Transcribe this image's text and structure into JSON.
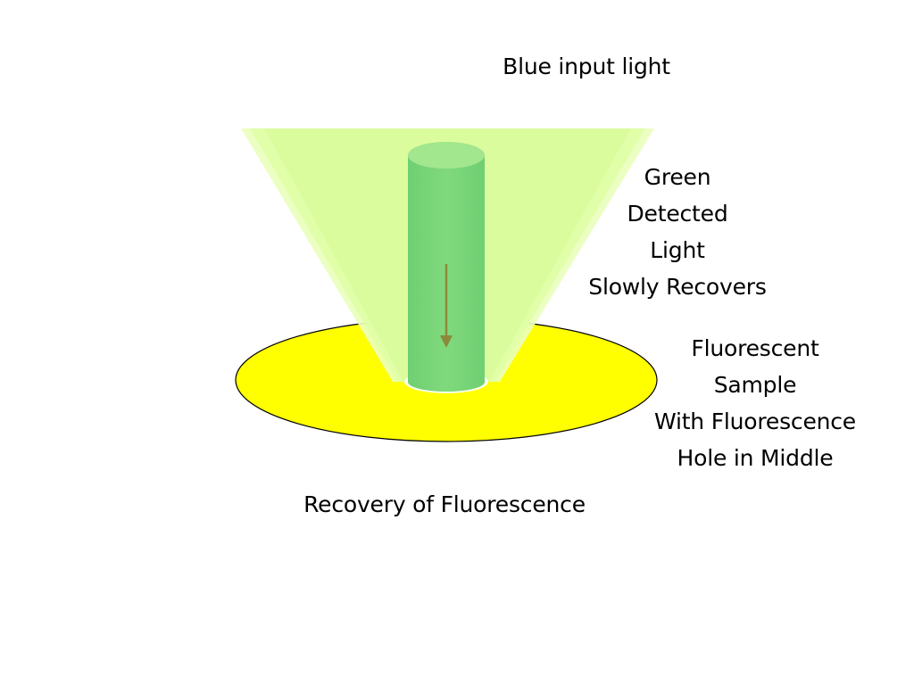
{
  "title": "Recovery of Fluorescence",
  "labels": {
    "blue_input_light": "Blue input light",
    "detected_light": [
      "Green",
      "Detected",
      "Light",
      "Slowly Recovers"
    ],
    "sample": [
      "Fluorescent",
      "Sample",
      "With Fluorescence",
      "Hole in Middle"
    ]
  },
  "colors": {
    "cone_light": "#e2ffa0",
    "cone_mid": "#dcfd9c",
    "sample_fill": "#ffff00",
    "beam_fill": "#7ed67a",
    "beam_top": "#a2e68e",
    "hole_fill": "#4fc98f",
    "arrow": "#8c8a3a"
  }
}
